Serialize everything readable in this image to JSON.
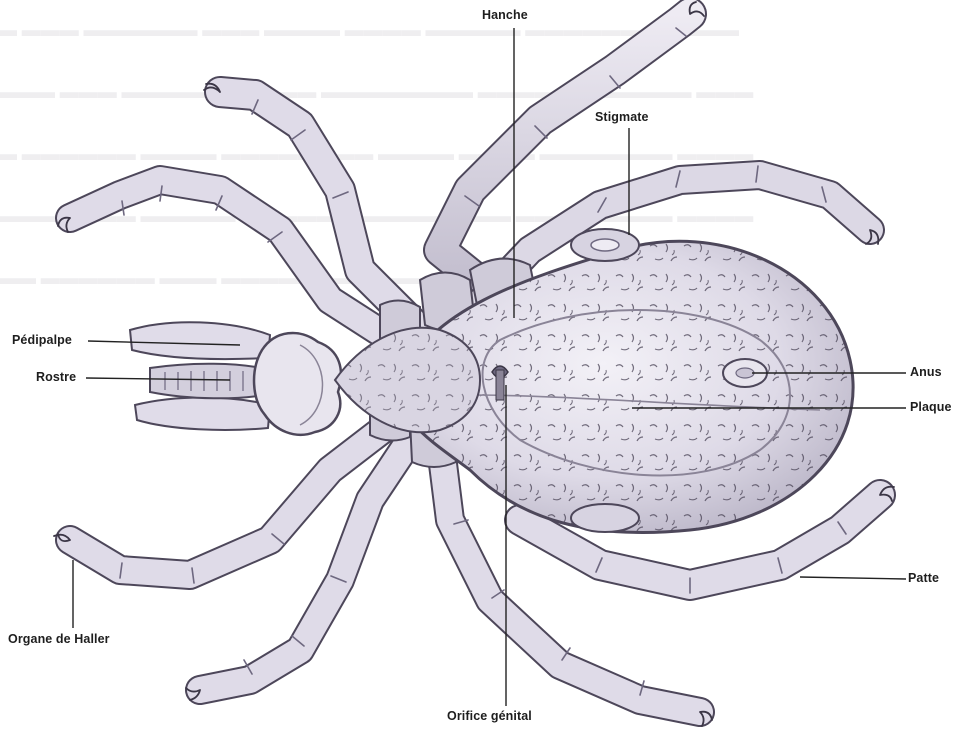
{
  "labels": {
    "hanche": "Hanche",
    "stigmate": "Stigmate",
    "pedipalpe": "Pédipalpe",
    "rostre": "Rostre",
    "anus": "Anus",
    "plaque": "Plaque",
    "patte": "Patte",
    "organe_de_haller": "Organe de Haller",
    "orifice_genital": "Orifice génital"
  },
  "colors": {
    "body_fill": "#e4e1ec",
    "body_shade": "#b6b1c3",
    "outline": "#4d475a",
    "hair": "#3b3646",
    "leader": "#222222"
  }
}
